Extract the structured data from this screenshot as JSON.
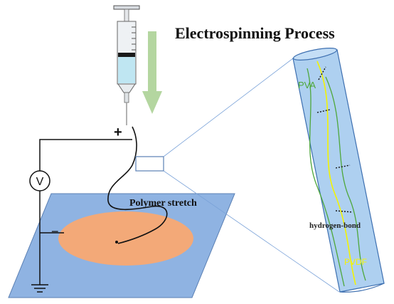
{
  "title": "Electrospinning Process",
  "labels": {
    "plus": "+",
    "minus": "−",
    "voltmeter": "V",
    "polymer_stretch": "Polymer stretch",
    "pva": "PVA",
    "hydrogen_bond": "hydrogen-bond",
    "pvdf": "PVDF"
  },
  "colors": {
    "collector": "#8fb3e2",
    "droplet": "#f3a978",
    "fiber_fill": "#aed0f0",
    "pva": "#4ea73a",
    "pvdf": "#f4f400",
    "arrow": "#b4d6a0",
    "zoom_lines": "#7aa2d8"
  },
  "icons": [
    "syringe-icon",
    "ground-icon",
    "voltmeter-icon",
    "down-arrow-icon"
  ]
}
